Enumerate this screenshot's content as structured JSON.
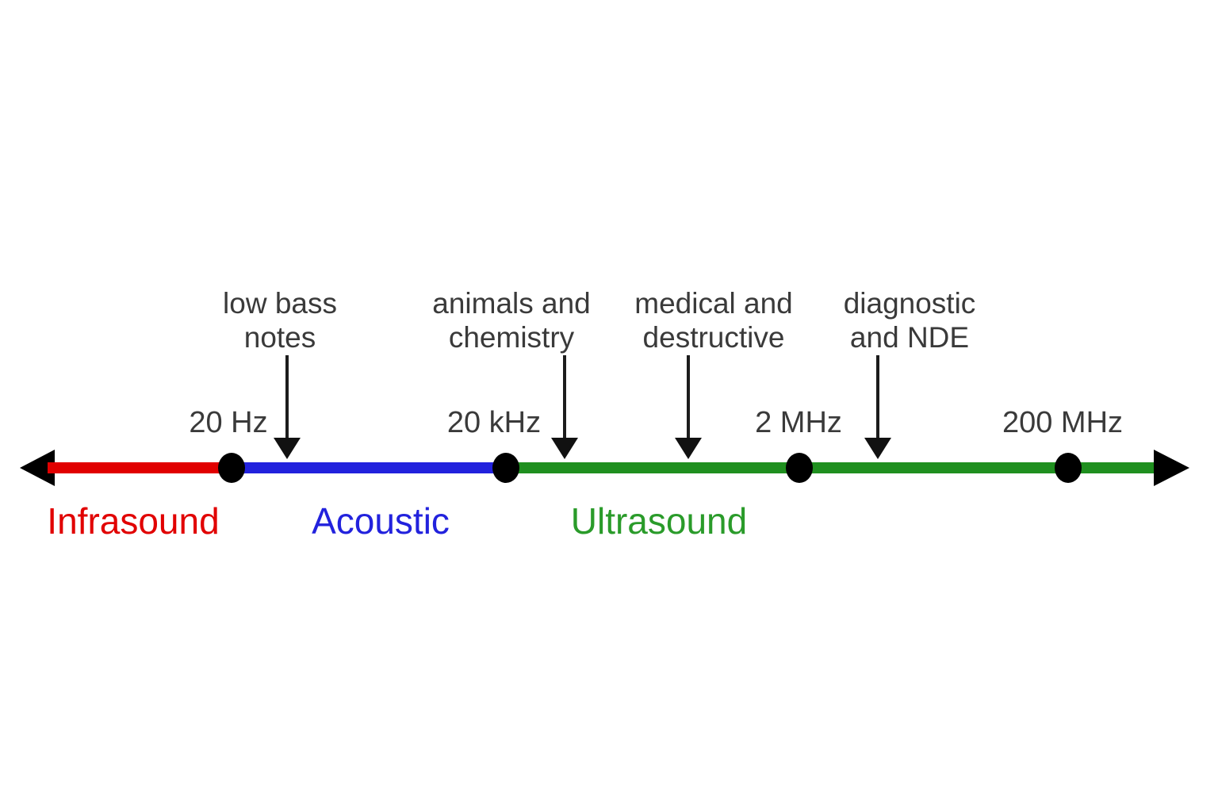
{
  "colors": {
    "infrasound": "#e10000",
    "acoustic": "#2222dd",
    "ultrasound": "#1f8f1f",
    "ultrasound_text": "#2a9b2a",
    "annotation_text": "#3a3a3a",
    "marker": "#000000"
  },
  "diagram": {
    "annotations": [
      {
        "line1": "low bass",
        "line2": "notes"
      },
      {
        "line1": "animals and",
        "line2": "chemistry"
      },
      {
        "line1": "medical and",
        "line2": "destructive"
      },
      {
        "line1": "diagnostic",
        "line2": "and NDE"
      }
    ],
    "markers": [
      {
        "label": "20 Hz"
      },
      {
        "label": "20 kHz"
      },
      {
        "label": "2 MHz"
      },
      {
        "label": "200 MHz"
      }
    ],
    "ranges": [
      {
        "label": "Infrasound"
      },
      {
        "label": "Acoustic"
      },
      {
        "label": "Ultrasound"
      }
    ]
  }
}
